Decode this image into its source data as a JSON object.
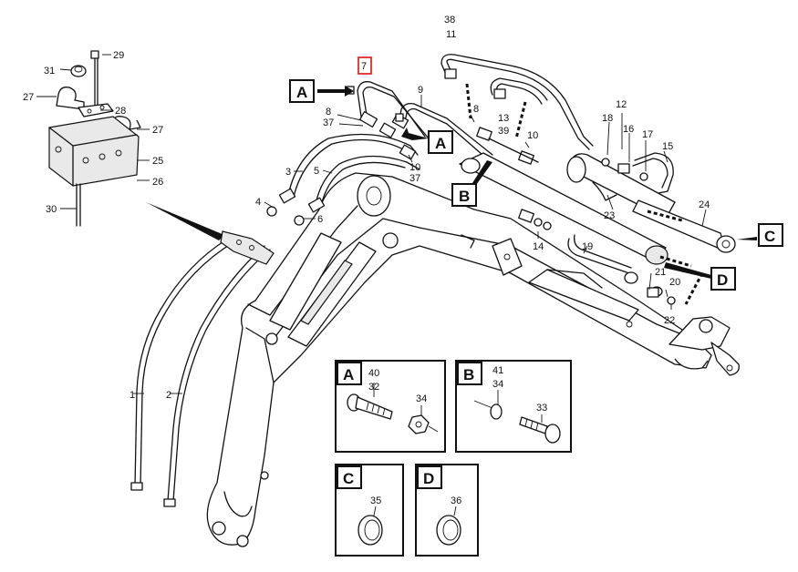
{
  "colors": {
    "line": "#111111",
    "highlight": "#dd1111",
    "background": "#ffffff"
  },
  "highlighted_callout": "7",
  "callouts": {
    "n1": "1",
    "n2": "2",
    "n3": "3",
    "n4": "4",
    "n5": "5",
    "n6": "6",
    "n7": "7",
    "n8a": "8",
    "n8b": "8",
    "n9": "9",
    "n10a": "10",
    "n10b": "10",
    "n11": "11",
    "n12": "12",
    "n13": "13",
    "n14": "14",
    "n15": "15",
    "n16": "16",
    "n17": "17",
    "n18": "18",
    "n19": "19",
    "n20": "20",
    "n21": "21",
    "n22": "22",
    "n23": "23",
    "n24": "24",
    "n25": "25",
    "n26": "26",
    "n27a": "27",
    "n27b": "27",
    "n28": "28",
    "n29": "29",
    "n30": "30",
    "n31": "31",
    "n37a": "37",
    "n37b": "37",
    "n38": "38",
    "n39": "39"
  },
  "view_labels": {
    "A1": "A",
    "A2": "A",
    "B": "B",
    "C": "C",
    "D": "D"
  },
  "detail_panels": {
    "A": {
      "letter": "A",
      "n40": "40",
      "n32": "32",
      "n34": "34"
    },
    "B": {
      "letter": "B",
      "n41": "41",
      "n34": "34",
      "n33": "33"
    },
    "C": {
      "letter": "C",
      "n35": "35"
    },
    "D": {
      "letter": "D",
      "n36": "36"
    }
  }
}
